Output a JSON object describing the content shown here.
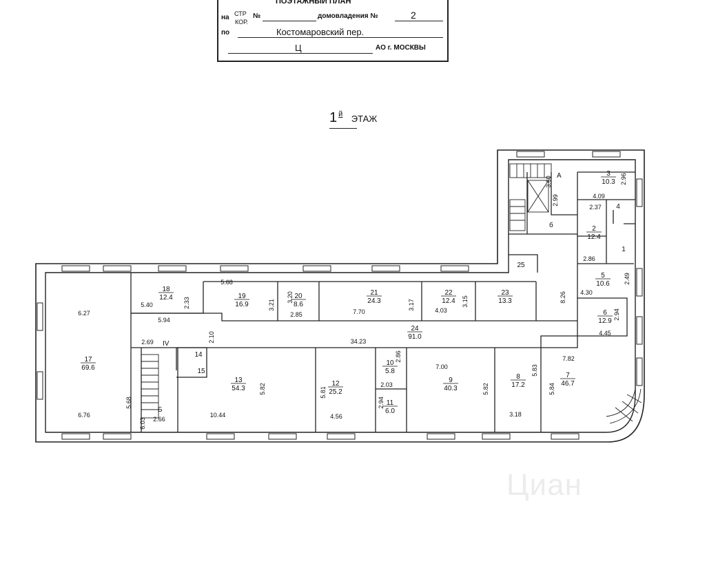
{
  "stamp": {
    "title": "ПОЭТАЖНЫЙ ПЛАН",
    "na": "на",
    "str": "СТР",
    "kor": "КОР.",
    "no": "№",
    "domovl_label": "домовладения №",
    "domovl_number": "2",
    "po": "по",
    "street": "Костомаровский пер.",
    "district": "Ц",
    "ao": "АО г. МОСКВЫ"
  },
  "floor": {
    "number": "1",
    "suffix": "й",
    "word": "ЭТАЖ"
  },
  "rooms": [
    {
      "id": "r1",
      "num": "1",
      "area": ""
    },
    {
      "id": "r2",
      "num": "2",
      "area": "12.4"
    },
    {
      "id": "r3",
      "num": "3",
      "area": "10.3"
    },
    {
      "id": "r4",
      "num": "4",
      "area": ""
    },
    {
      "id": "r5",
      "num": "5",
      "area": "10.6"
    },
    {
      "id": "r6",
      "num": "6",
      "area": "12.9"
    },
    {
      "id": "r7",
      "num": "7",
      "area": "46.7"
    },
    {
      "id": "r8",
      "num": "8",
      "area": "17.2"
    },
    {
      "id": "r9",
      "num": "9",
      "area": "40.3"
    },
    {
      "id": "r10",
      "num": "10",
      "area": "5.8"
    },
    {
      "id": "r11",
      "num": "11",
      "area": "6.0"
    },
    {
      "id": "r12",
      "num": "12",
      "area": "25.2"
    },
    {
      "id": "r13",
      "num": "13",
      "area": "54.3"
    },
    {
      "id": "r14",
      "num": "14",
      "area": ""
    },
    {
      "id": "r15",
      "num": "15",
      "area": ""
    },
    {
      "id": "r17",
      "num": "17",
      "area": "69.6"
    },
    {
      "id": "r18",
      "num": "18",
      "area": "12.4"
    },
    {
      "id": "r19",
      "num": "19",
      "area": "16.9"
    },
    {
      "id": "r20",
      "num": "20",
      "area": "8.6"
    },
    {
      "id": "r21",
      "num": "21",
      "area": "24.3"
    },
    {
      "id": "r22",
      "num": "22",
      "area": "12.4"
    },
    {
      "id": "r23",
      "num": "23",
      "area": "13.3"
    },
    {
      "id": "r24",
      "num": "24",
      "area": "91.0"
    },
    {
      "id": "r25",
      "num": "25",
      "area": ""
    }
  ],
  "dimensions": [
    "6.27",
    "6.76",
    "5.68",
    "6.03",
    "2.69",
    "2.66",
    "5.40",
    "2.33",
    "5.68",
    "3.21",
    "3.20",
    "2.85",
    "7.70",
    "3.17",
    "3.15",
    "4.03",
    "5.94",
    "2.10",
    "34.23",
    "8.26",
    "10.44",
    "5.82",
    "5.81",
    "4.56",
    "2.86",
    "2.03",
    "2.94",
    "7.00",
    "5.82",
    "5.83",
    "3.18",
    "5.84",
    "7.82",
    "4.45",
    "2.94",
    "4.30",
    "2.49",
    "2.86",
    "3.60",
    "2.96",
    "4.09",
    "2.37",
    "2.99"
  ],
  "marks": {
    "stair_iv": "IV",
    "letter_b_cyr": "Б",
    "letter_b_small": "б",
    "letter_a": "А"
  },
  "watermark": "Циан"
}
